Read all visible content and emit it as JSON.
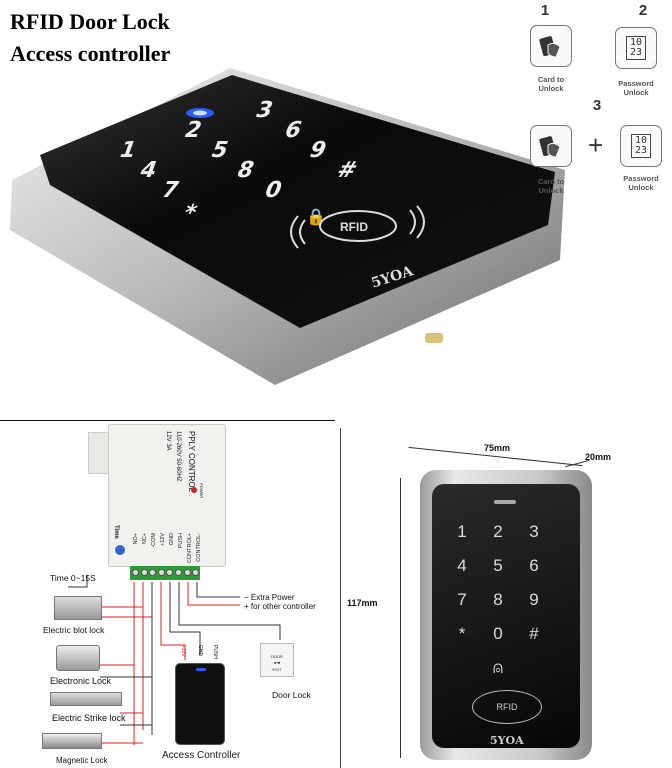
{
  "headline": {
    "line1": "RFID Door Lock",
    "line2": "Access controller"
  },
  "unlock_modes": [
    {
      "number": "1",
      "label_line1": "Card to",
      "label_line2": "Unlock",
      "icon": "card-hand-icon"
    },
    {
      "number": "2",
      "label_line1": "Password",
      "label_line2": "Unlock",
      "icon": "keypad-icon",
      "digits_top": "10",
      "digits_bottom": "23"
    },
    {
      "number": "3",
      "combo": "+",
      "card_line1": "Card to",
      "card_line2": "Unlock",
      "pw_line1": "Password",
      "pw_line2": "Unlock"
    }
  ],
  "product": {
    "keys": [
      "1",
      "2",
      "3",
      "4",
      "5",
      "6",
      "7",
      "8",
      "9",
      "*",
      "0",
      "#"
    ],
    "rfid_label": "RFID",
    "brand": "5YOA"
  },
  "wiring": {
    "psu_lines": [
      "PPLY CONTROL",
      "110-260V 50-60HZ",
      "12V 3A",
      "POWER"
    ],
    "terminals": [
      "NO+",
      "NC+",
      "-COM",
      "+12V",
      "GND",
      "PUSH",
      "CONTROL+",
      "CONTROL-"
    ],
    "time_knob": "Time",
    "time_label": "Time 0~15S",
    "extra_power_minus": "Extra Power",
    "extra_power_plus": "for other controller",
    "locks": [
      "Electric blot lock",
      "Electronic Lock",
      "Electric Strike lock",
      "Magnetic Lock"
    ],
    "controller_wires": [
      "+12V",
      "GND",
      "PUSH"
    ],
    "controller_label": "Access Controller",
    "door_button_label": "Door Lock",
    "door_button_text": "DOOR",
    "door_button_exit": "EXIT"
  },
  "dimensions": {
    "width": "75mm",
    "depth": "20mm",
    "height": "117mm"
  },
  "colors": {
    "led": "#2a5cff",
    "wire_red": "#d22",
    "terminal_green": "#2e9a3a"
  }
}
